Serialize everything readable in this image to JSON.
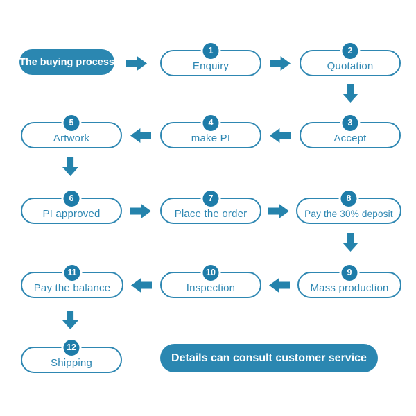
{
  "title": "The buying process flowchart",
  "colors": {
    "primary_fill": "#2b87b1",
    "outline": "#2e87b2",
    "badge_fill": "#1e7ca9",
    "arrow": "#2583ac",
    "label_text": "#2e87b2",
    "pill_text": "#ffffff",
    "background": "#ffffff"
  },
  "intro": {
    "label": "The buying process"
  },
  "footer": {
    "label": "Details can consult customer service"
  },
  "steps": [
    {
      "number": "1",
      "label": "Enquiry"
    },
    {
      "number": "2",
      "label": "Quotation"
    },
    {
      "number": "3",
      "label": "Accept"
    },
    {
      "number": "4",
      "label": "make PI"
    },
    {
      "number": "5",
      "label": "Artwork"
    },
    {
      "number": "6",
      "label": "PI approved"
    },
    {
      "number": "7",
      "label": "Place the order"
    },
    {
      "number": "8",
      "label": "Pay the 30% deposit"
    },
    {
      "number": "9",
      "label": "Mass production"
    },
    {
      "number": "10",
      "label": "Inspection"
    },
    {
      "number": "11",
      "label": "Pay the balance"
    },
    {
      "number": "12",
      "label": "Shipping"
    }
  ]
}
